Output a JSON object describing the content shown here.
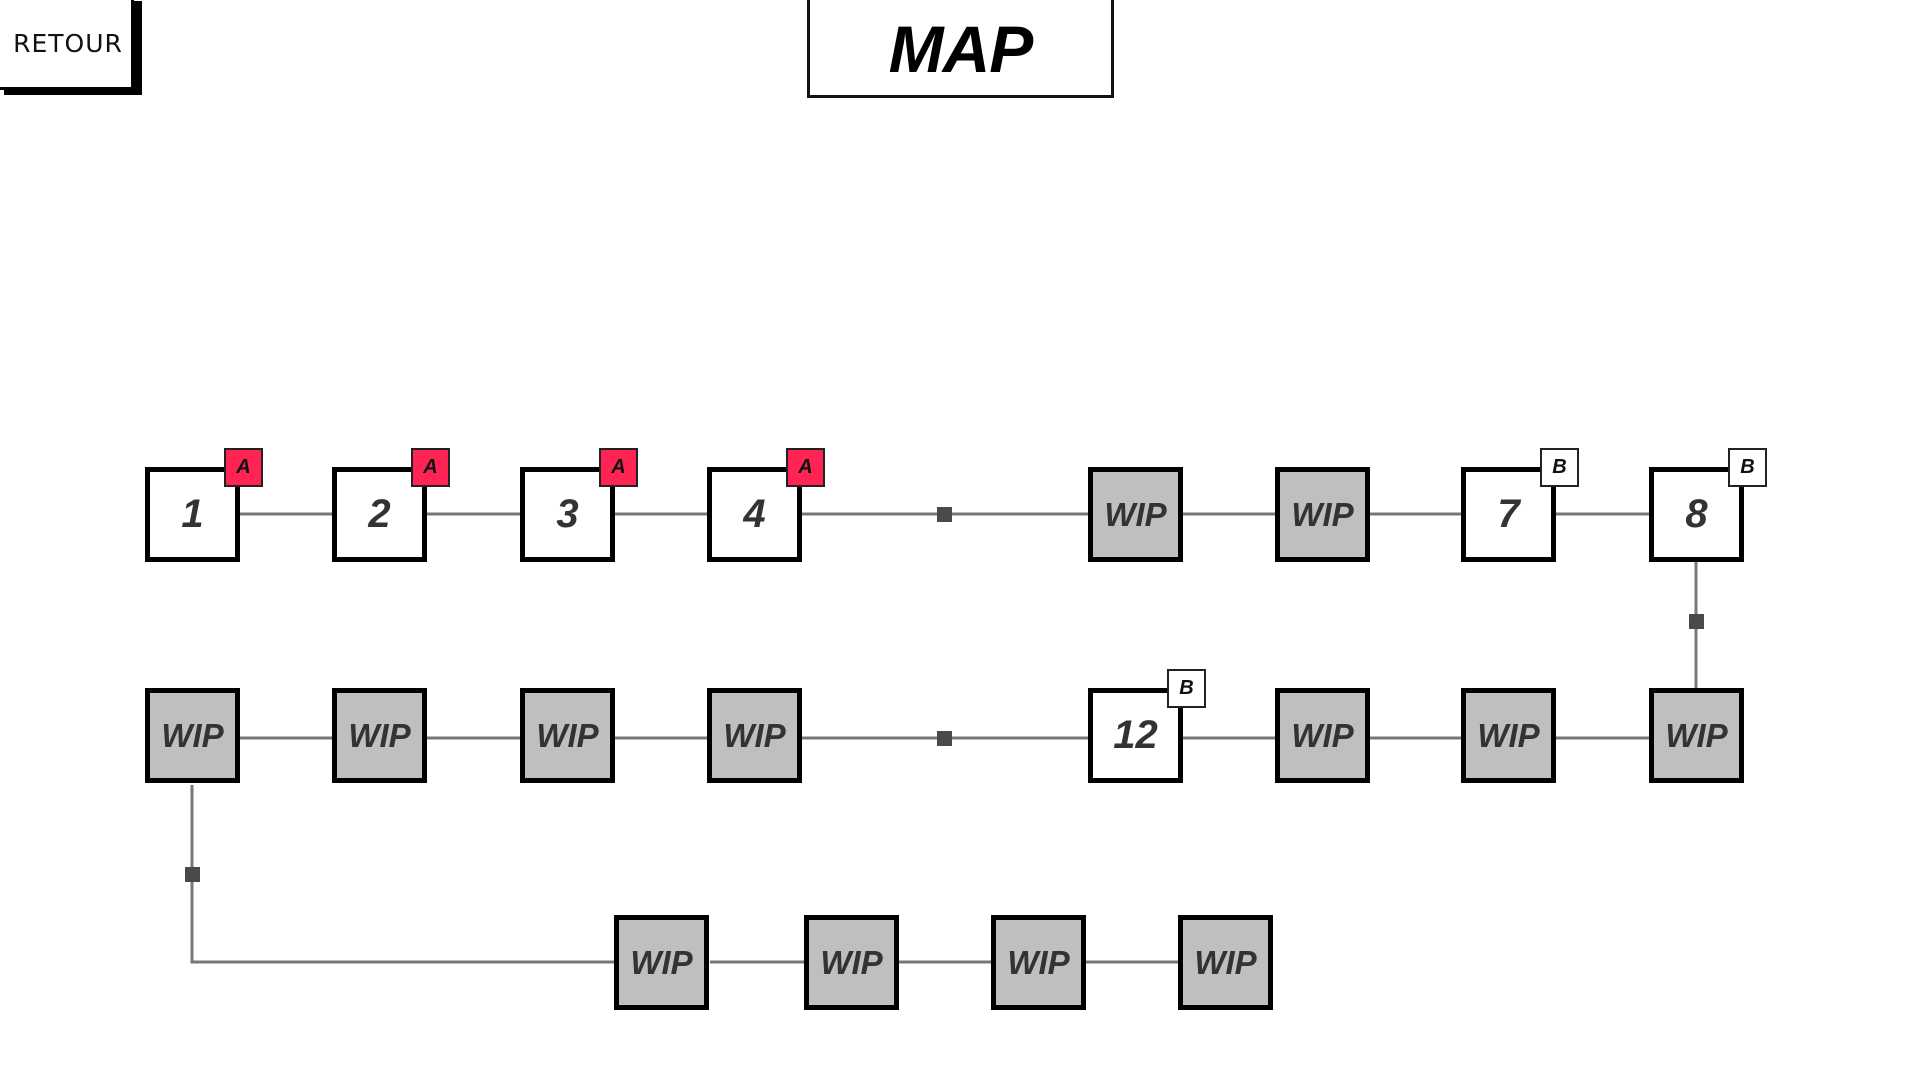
{
  "header": {
    "back_label": "RETOUR",
    "title": "MAP"
  },
  "colors": {
    "badge_a": "#ff2453",
    "badge_b": "#ffffff",
    "wip_fill": "#bfbfbf",
    "node_fill": "#ffffff",
    "connector": "#777777",
    "connector_dot": "#4a4a4a"
  },
  "nodes": [
    {
      "label": "1",
      "state": "open",
      "badge": "A",
      "row": 1,
      "col": 1
    },
    {
      "label": "2",
      "state": "open",
      "badge": "A",
      "row": 1,
      "col": 2
    },
    {
      "label": "3",
      "state": "open",
      "badge": "A",
      "row": 1,
      "col": 3
    },
    {
      "label": "4",
      "state": "open",
      "badge": "A",
      "row": 1,
      "col": 4
    },
    {
      "label": "WIP",
      "state": "wip",
      "badge": null,
      "row": 1,
      "col": 5
    },
    {
      "label": "WIP",
      "state": "wip",
      "badge": null,
      "row": 1,
      "col": 6
    },
    {
      "label": "7",
      "state": "open",
      "badge": "B",
      "row": 1,
      "col": 7
    },
    {
      "label": "8",
      "state": "open",
      "badge": "B",
      "row": 1,
      "col": 8
    },
    {
      "label": "WIP",
      "state": "wip",
      "badge": null,
      "row": 2,
      "col": 8
    },
    {
      "label": "WIP",
      "state": "wip",
      "badge": null,
      "row": 2,
      "col": 7
    },
    {
      "label": "WIP",
      "state": "wip",
      "badge": null,
      "row": 2,
      "col": 6
    },
    {
      "label": "12",
      "state": "open",
      "badge": "B",
      "row": 2,
      "col": 5
    },
    {
      "label": "WIP",
      "state": "wip",
      "badge": null,
      "row": 2,
      "col": 4
    },
    {
      "label": "WIP",
      "state": "wip",
      "badge": null,
      "row": 2,
      "col": 3
    },
    {
      "label": "WIP",
      "state": "wip",
      "badge": null,
      "row": 2,
      "col": 2
    },
    {
      "label": "WIP",
      "state": "wip",
      "badge": null,
      "row": 2,
      "col": 1
    },
    {
      "label": "WIP",
      "state": "wip",
      "badge": null,
      "row": 3,
      "col": 1
    },
    {
      "label": "WIP",
      "state": "wip",
      "badge": null,
      "row": 3,
      "col": 2
    },
    {
      "label": "WIP",
      "state": "wip",
      "badge": null,
      "row": 3,
      "col": 3
    },
    {
      "label": "WIP",
      "state": "wip",
      "badge": null,
      "row": 3,
      "col": 4
    }
  ]
}
